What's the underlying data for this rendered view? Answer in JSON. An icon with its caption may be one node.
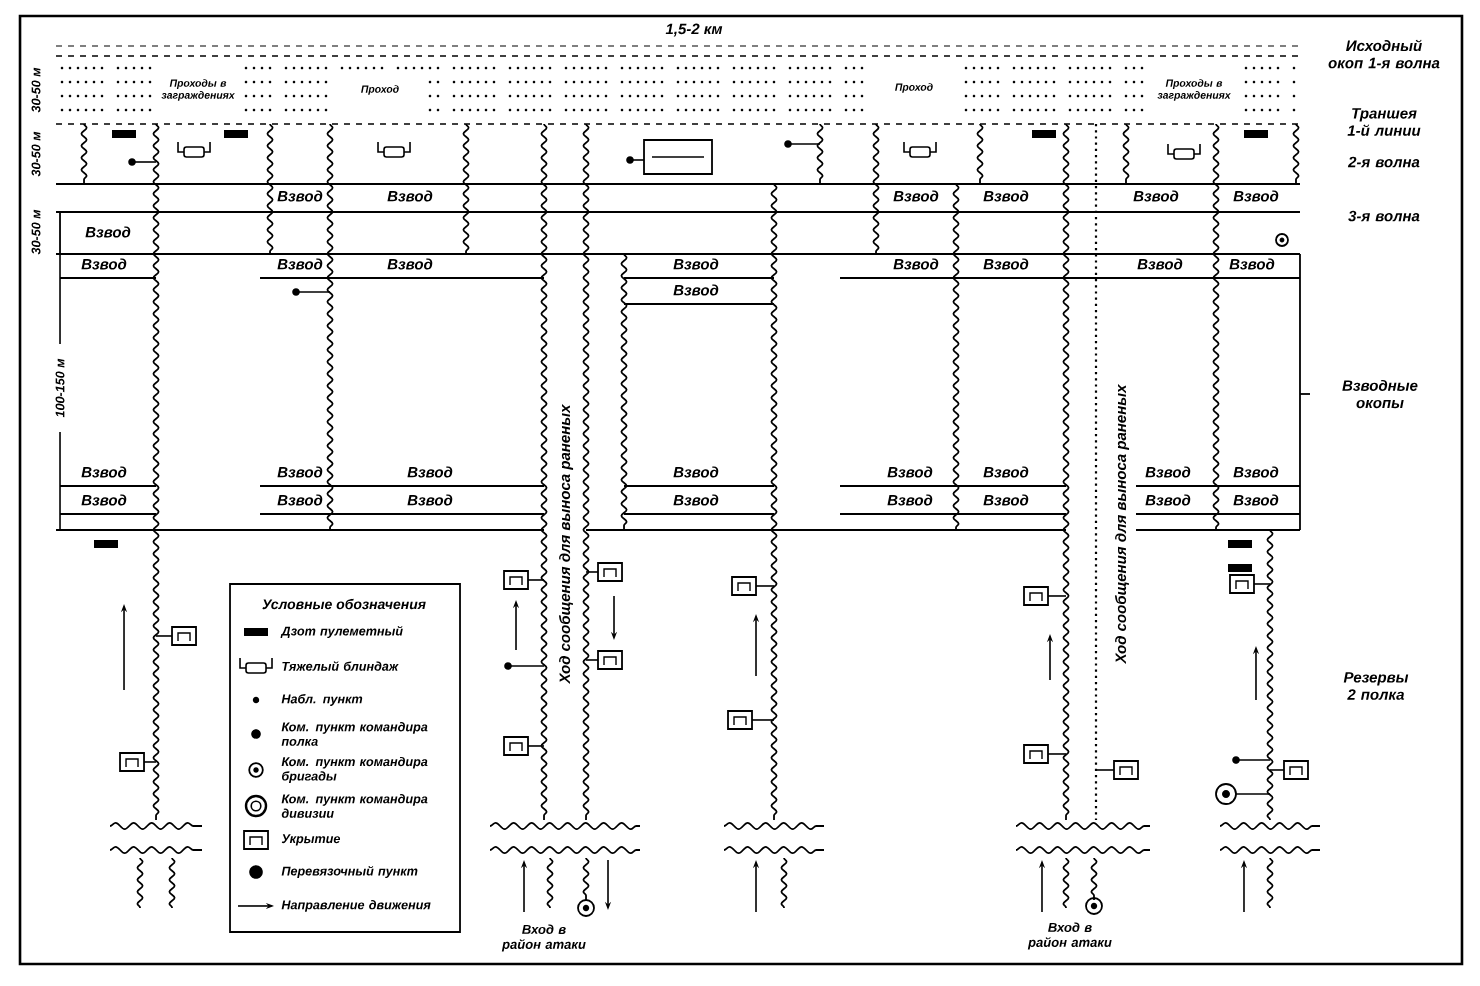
{
  "diagram": {
    "labels": [
      "1,5-2 км",
      "Исходный окоп 1-я волна",
      "30-50 м",
      "30-50 м",
      "30-50 м",
      "Проходы в заграждениях",
      "Проход",
      "Проход",
      "Проходы в заграждениях",
      "Траншея 1-й линии",
      "2-я волна",
      "Взвод",
      "Взвод",
      "Взвод",
      "Взвод",
      "Взвод",
      "Взвод",
      "3-я волна",
      "Взвод",
      "Взвод",
      "Взвод",
      "Взвод",
      "Взвод",
      "Взвод",
      "Взвод",
      "Взвод",
      "Взвод",
      "Взвод",
      "100-150 м",
      "Ход сообщения для выноса раненых",
      "Ход сообщения для выноса раненых",
      "Взводные окопы",
      "Взвод",
      "Взвод",
      "Взвод",
      "Взвод",
      "Взвод",
      "Взвод",
      "Взвод",
      "Взвод",
      "Взвод",
      "Взвод",
      "Взвод",
      "Взвод",
      "Взвод",
      "Взвод",
      "Взвод",
      "Взвод",
      "Условные обозначения",
      "Резервы 2 полка",
      "Вход в район атаки",
      "Вход в район атаки"
    ],
    "legend": [
      {
        "text": "Дзот пулеметный"
      },
      {
        "text": "Тяжелый блиндаж"
      },
      {
        "text": "Набл. пункт"
      },
      {
        "text": "Ком. пункт командира полка"
      },
      {
        "text": "Ком. пункт командира бригады"
      },
      {
        "text": "Ком. пункт командира дивизии"
      },
      {
        "text": "Укрытие"
      },
      {
        "text": "Перевязочный пункт"
      },
      {
        "text": "Направление движения"
      }
    ]
  }
}
